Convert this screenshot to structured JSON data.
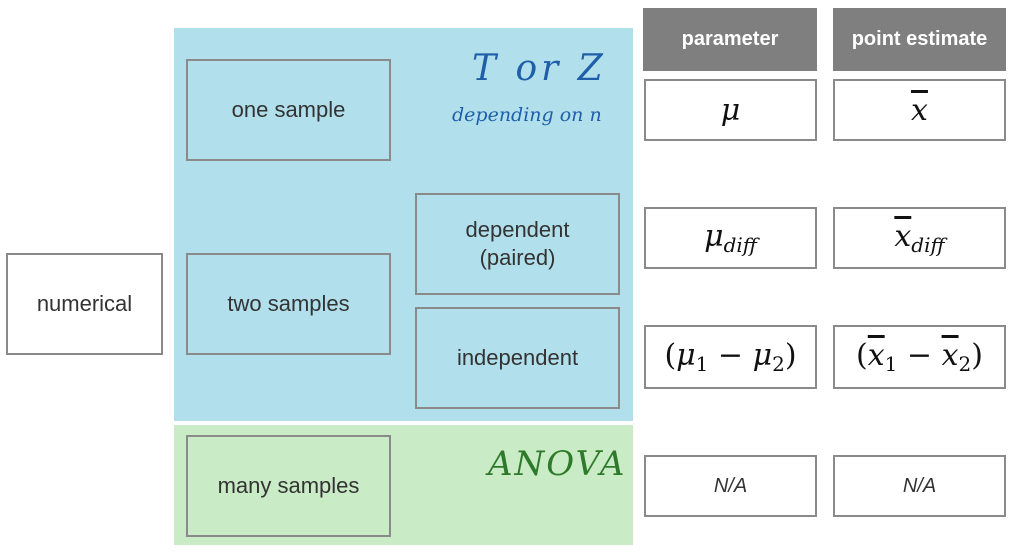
{
  "left": {
    "numerical": "numerical"
  },
  "groups": {
    "one_sample": "one sample",
    "two_samples": "two samples",
    "many_samples": "many samples",
    "dependent": "dependent\n(paired)",
    "independent": "independent"
  },
  "notes": {
    "t_or_z": "T or Z",
    "depending": "depending on n",
    "anova": "ANOVA"
  },
  "headers": {
    "parameter": "parameter",
    "point_estimate": "point estimate"
  },
  "rows": {
    "na": "N/A"
  },
  "colors": {
    "blue_region": "#b1e0ec",
    "green_region": "#c9ebc6",
    "header_bg": "#7f7f7f",
    "box_border": "#8a8a8a"
  }
}
